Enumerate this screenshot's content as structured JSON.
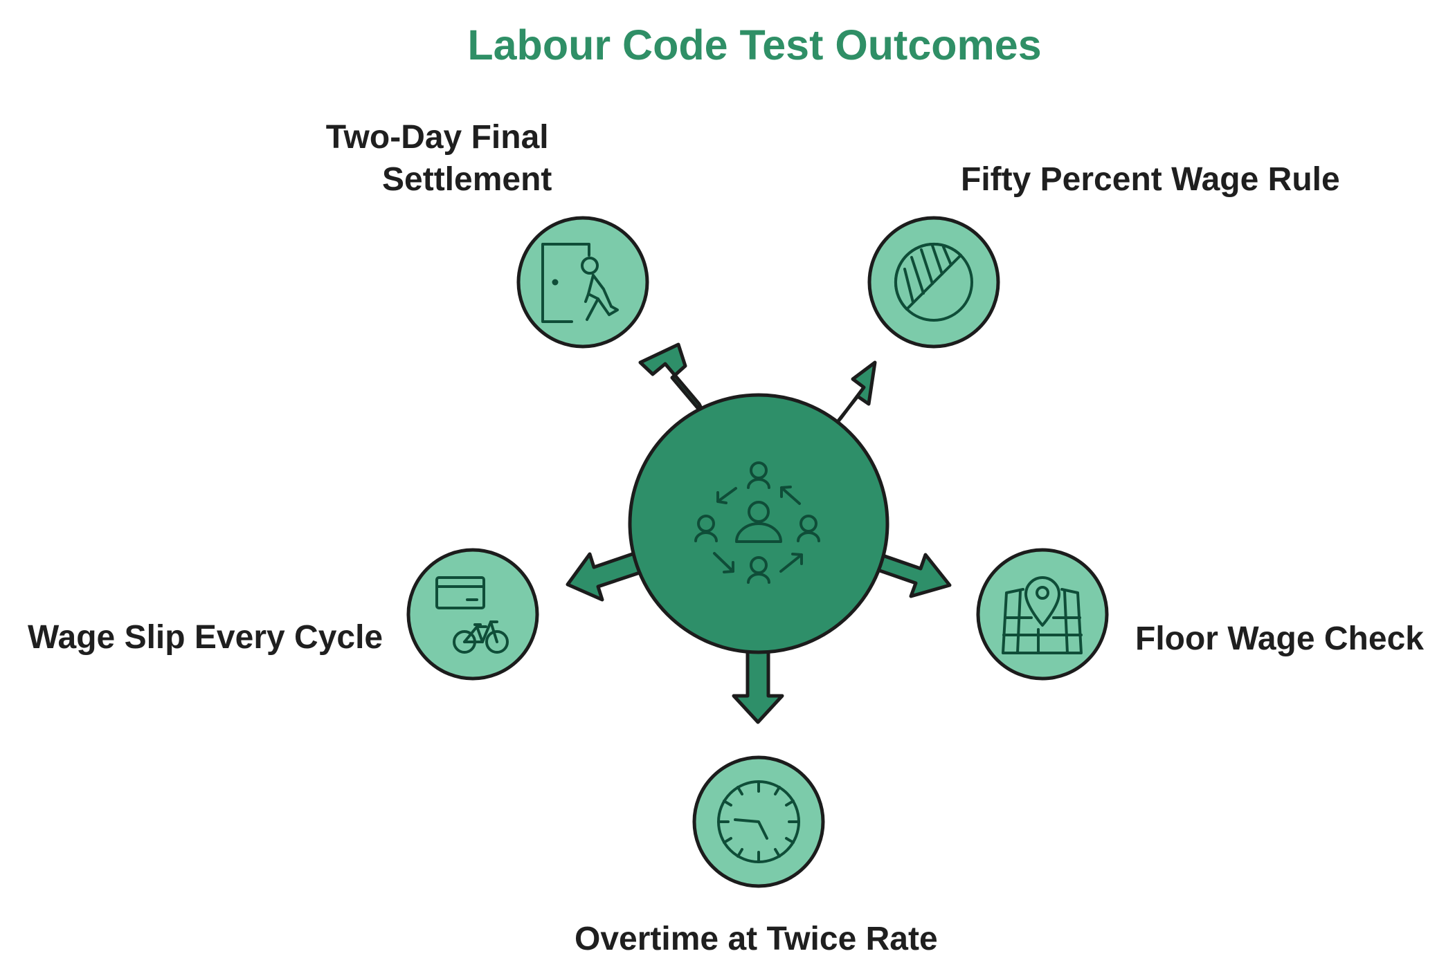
{
  "title": "Labour Code Test Outcomes",
  "hub": {
    "icon": "team-cycle-icon"
  },
  "outcomes": [
    {
      "id": "settlement",
      "label_line1": "Two-Day Final",
      "label_line2": "Settlement",
      "icon": "exit-door-walker-icon"
    },
    {
      "id": "fifty",
      "label": "Fifty Percent Wage Rule",
      "icon": "half-pie-icon"
    },
    {
      "id": "floor",
      "label": "Floor Wage Check",
      "icon": "map-pin-icon"
    },
    {
      "id": "overtime",
      "label": "Overtime at Twice Rate",
      "icon": "clock-icon"
    },
    {
      "id": "slip",
      "label": "Wage Slip Every Cycle",
      "icon": "card-bicycle-icon"
    }
  ],
  "colors": {
    "title": "#2f8f66",
    "hub_fill": "#2e8f69",
    "node_fill": "#7ccbaa",
    "stroke": "#1c1c1c",
    "icon_stroke": "#0f4d38",
    "label": "#1f1f1f"
  }
}
